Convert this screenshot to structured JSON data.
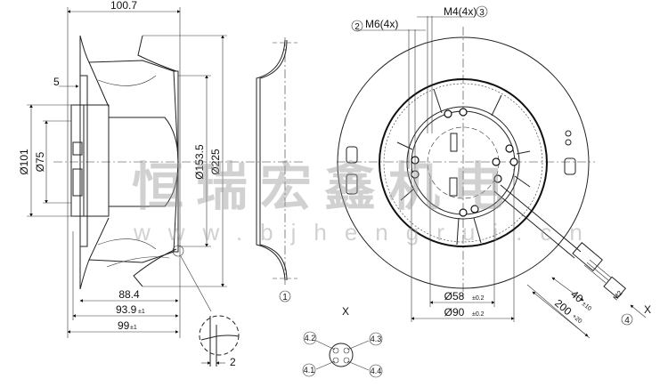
{
  "side_view": {
    "overall_width": "100.7",
    "dia_225": "Ø225",
    "dia_153_5": "Ø153.5",
    "dia_101": "Ø101",
    "dia_75": "Ø75",
    "offset_5": "5",
    "len_88_4": "88.4",
    "len_93_9": "93.9",
    "len_93_9_tol": "±1",
    "len_99": "99",
    "len_99_tol": "±1",
    "detail_gap": "2"
  },
  "inlet_ring": {
    "callout": "1"
  },
  "front_view": {
    "m6_callout": "2",
    "m6_label": "M6(4x)",
    "m4_label": "M4(4x)",
    "m4_callout": "3",
    "dia_58": "Ø58",
    "dia_58_tol": "±0.2",
    "dia_90": "Ø90",
    "dia_90_tol": "±0.2",
    "cable_40": "40",
    "cable_40_tol": "±10",
    "cable_200": "200",
    "cable_200_tol": "+20",
    "connector_callout": "4",
    "connector_marking": "M2",
    "view_x_arrow": "X"
  },
  "view_x": {
    "title": "X",
    "pins": [
      "4.1",
      "4.2",
      "4.3",
      "4.4"
    ]
  },
  "watermark": {
    "text": "恒瑞宏鑫机电",
    "url": "www.bjhengrui.cn"
  }
}
